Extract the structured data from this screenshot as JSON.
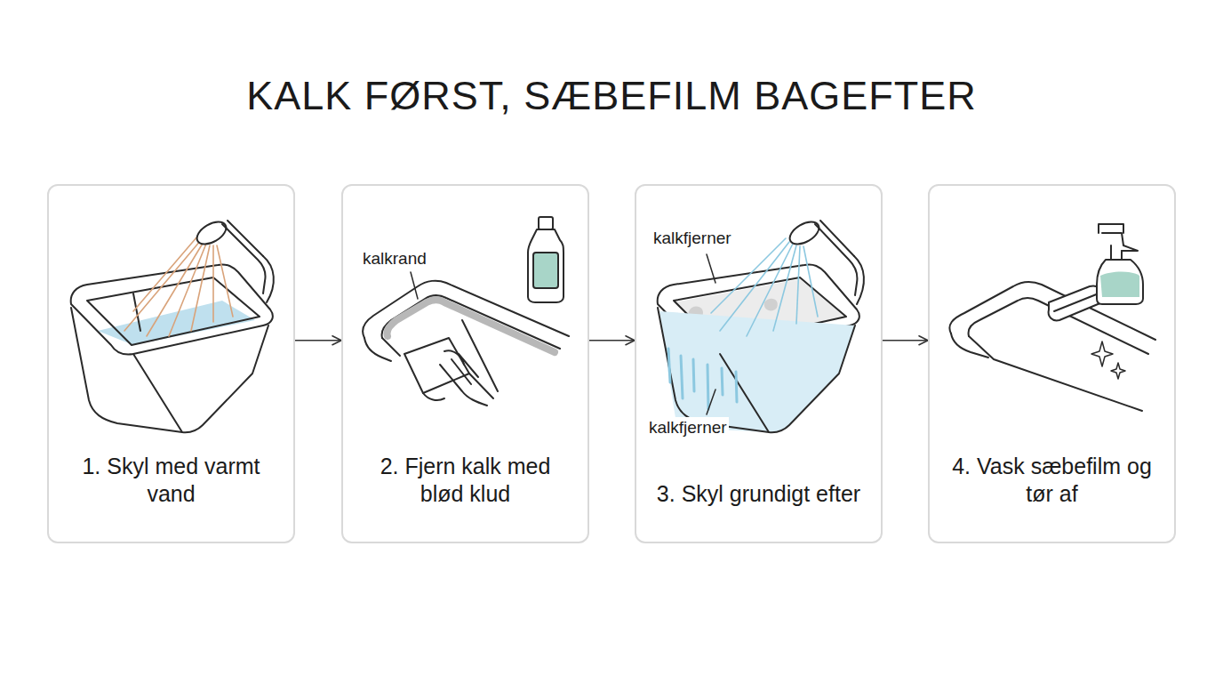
{
  "diagram": {
    "title": "KALK FØRST, SÆBEFILM BAGEFTER",
    "nodes": [
      {
        "text": [
          "1. Skyl med varmt vand"
        ]
      },
      {
        "text": [
          "2. Fjern kalk med blød klud"
        ]
      },
      {
        "text": [
          "3. Skyl grundigt efter"
        ]
      },
      {
        "text": [
          "4. Vask sæbefilm og tør af"
        ]
      }
    ],
    "edges": [
      {
        "from": 0,
        "to": 1,
        "arrow": "to"
      },
      {
        "from": 1,
        "to": 2,
        "arrow": "to"
      },
      {
        "from": 2,
        "to": 3,
        "arrow": "to"
      }
    ],
    "labels": [
      "kalkrand",
      "kalkfjerner",
      "kalkfjerner"
    ]
  }
}
